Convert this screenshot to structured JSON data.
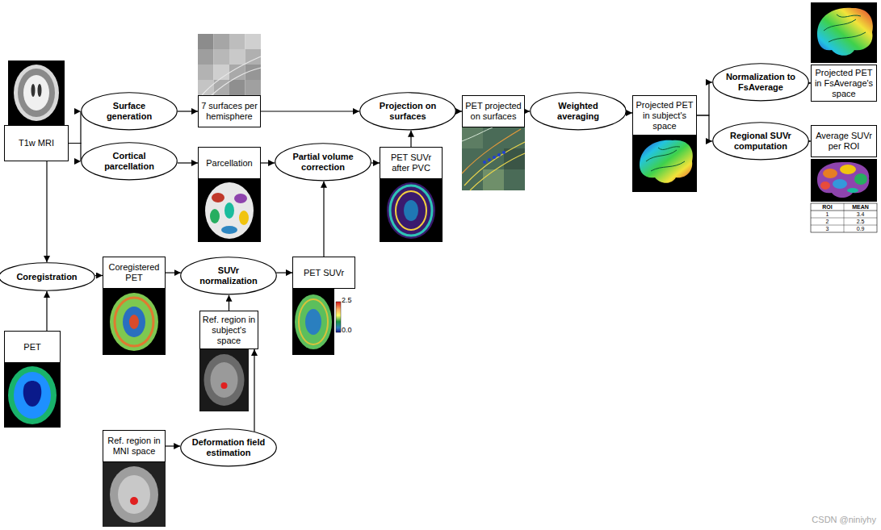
{
  "diagram": {
    "nodes": [
      {
        "text": [
          "T1w MRI"
        ]
      },
      {
        "text": [
          "Surface generation"
        ]
      },
      {
        "text": [
          "Cortical parcellation"
        ]
      },
      {
        "text": [
          "7 surfaces per hemisphere"
        ]
      },
      {
        "text": [
          "Parcellation"
        ]
      },
      {
        "text": [
          "Projection on surfaces"
        ]
      },
      {
        "text": [
          "Partial volume correction"
        ]
      },
      {
        "text": [
          "PET SUVr after PVC"
        ]
      },
      {
        "text": [
          "PET projected on surfaces"
        ]
      },
      {
        "text": [
          "Weighted averaging"
        ]
      },
      {
        "text": [
          "Projected PET in subject's space"
        ]
      },
      {
        "text": [
          "Normalization to FsAverage"
        ]
      },
      {
        "text": [
          "Regional SUVr computation"
        ]
      },
      {
        "text": [
          "Projected PET in FsAverage's space"
        ]
      },
      {
        "text": [
          "Average SUVr per ROI"
        ]
      },
      {
        "text": [
          "Coregistration"
        ]
      },
      {
        "text": [
          "Coregistered PET"
        ]
      },
      {
        "text": [
          "SUVr normalization"
        ]
      },
      {
        "text": [
          "PET SUVr"
        ]
      },
      {
        "text": [
          "Ref. region in subject's space"
        ]
      },
      {
        "text": [
          "PET"
        ]
      },
      {
        "text": [
          "Ref. region in MNI space"
        ]
      },
      {
        "text": [
          "Deformation field estimation"
        ]
      }
    ],
    "edges": [
      {
        "from": 0,
        "to": 1,
        "arrow": "to"
      },
      {
        "from": 0,
        "to": 2,
        "arrow": "to"
      },
      {
        "from": 0,
        "to": 15,
        "arrow": "to"
      },
      {
        "from": 1,
        "to": 3,
        "arrow": "to"
      },
      {
        "from": 2,
        "to": 4,
        "arrow": "to"
      },
      {
        "from": 3,
        "to": 5,
        "arrow": "to"
      },
      {
        "from": 4,
        "to": 6,
        "arrow": "to"
      },
      {
        "from": 6,
        "to": 7,
        "arrow": "to"
      },
      {
        "from": 7,
        "to": 5,
        "arrow": "to"
      },
      {
        "from": 5,
        "to": 8,
        "arrow": "to"
      },
      {
        "from": 8,
        "to": 9,
        "arrow": "to"
      },
      {
        "from": 9,
        "to": 10,
        "arrow": "to"
      },
      {
        "from": 10,
        "to": 11,
        "arrow": "to"
      },
      {
        "from": 10,
        "to": 12,
        "arrow": "to"
      },
      {
        "from": 11,
        "to": 13,
        "arrow": "to"
      },
      {
        "from": 12,
        "to": 14,
        "arrow": "to"
      },
      {
        "from": 20,
        "to": 15,
        "arrow": "to"
      },
      {
        "from": 15,
        "to": 16,
        "arrow": "to"
      },
      {
        "from": 16,
        "to": 17,
        "arrow": "to"
      },
      {
        "from": 19,
        "to": 17,
        "arrow": "to"
      },
      {
        "from": 17,
        "to": 18,
        "arrow": "to"
      },
      {
        "from": 18,
        "to": 6,
        "arrow": "to"
      },
      {
        "from": 21,
        "to": 22,
        "arrow": "to"
      },
      {
        "from": 22,
        "to": 19,
        "arrow": "to"
      }
    ],
    "labels": [
      "2.5",
      "0.0",
      "ROI",
      "MEAN",
      "1",
      "3.4",
      "2",
      "2.5",
      "3",
      "0.9",
      "CSDN @niniyhy"
    ]
  }
}
